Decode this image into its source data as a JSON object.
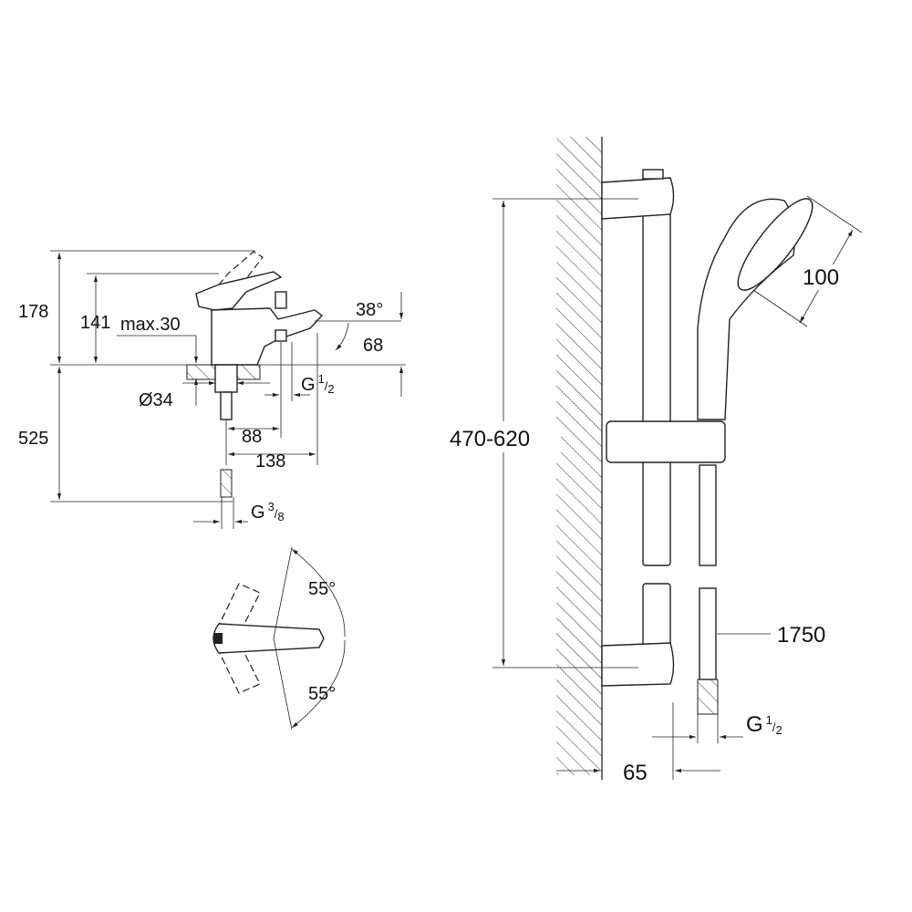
{
  "faucet_side_view": {
    "height_total": "178",
    "height_spout": "141",
    "max_deck": "max.30",
    "spout_angle": "38°",
    "spout_height": "68",
    "hole_diameter": "Ø34",
    "outlet_thread": {
      "main": "G",
      "frac_num": "1",
      "frac_den": "2"
    },
    "dist_88": "88",
    "dist_138": "138",
    "hose_length": "525",
    "inlet_thread": {
      "main": "G",
      "frac_num": "3",
      "frac_den": "8"
    }
  },
  "faucet_top_view": {
    "angle_upper": "55°",
    "angle_lower": "55°"
  },
  "shower_set": {
    "rail_range": "470-620",
    "head_diameter": "100",
    "hose_length": "1750",
    "hose_thread": {
      "main": "G",
      "frac_num": "1",
      "frac_den": "2"
    },
    "wall_offset": "65"
  }
}
